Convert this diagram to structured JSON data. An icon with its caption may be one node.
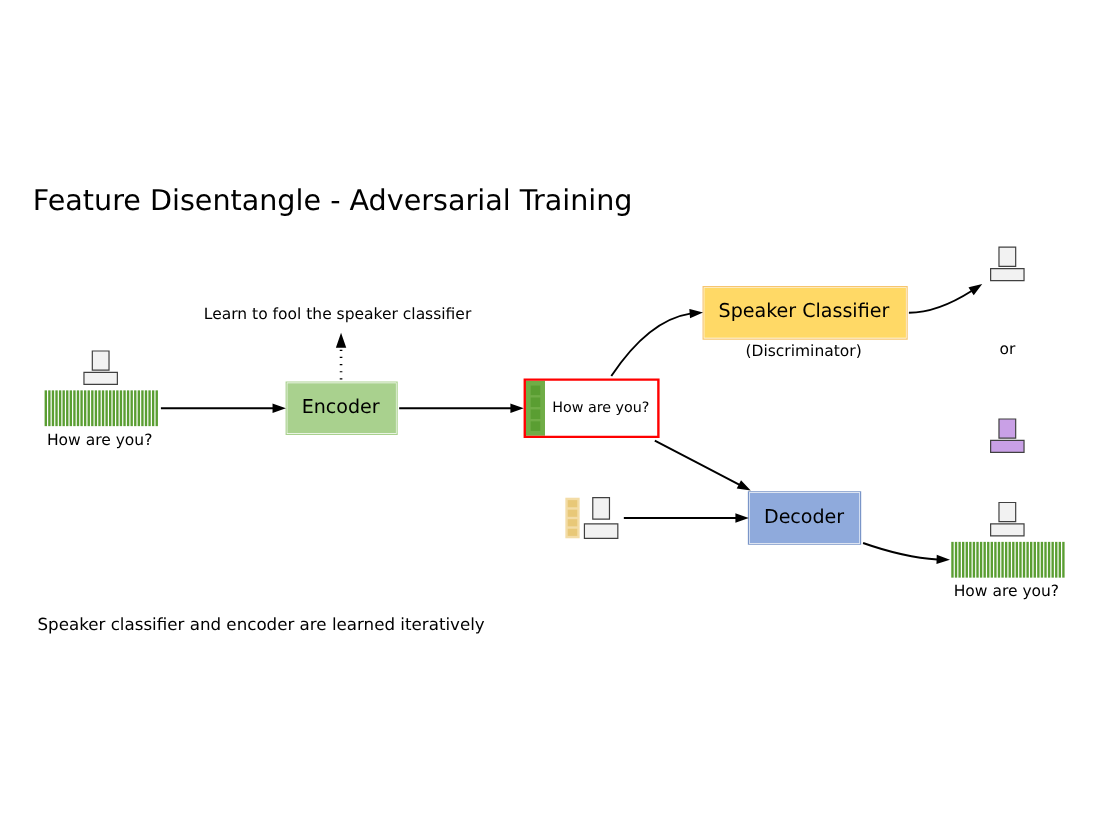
{
  "diagram": {
    "title": "Feature Disentangle - Adversarial Training",
    "caption": "Speaker classifier and encoder are learned iteratively",
    "nodes": [
      {
        "text": [],
        "shape": "picture",
        "beside": [
          "How are you?"
        ]
      },
      {
        "text": [
          "Encoder"
        ]
      },
      {
        "text": [
          "Learn to fool the speaker classifier"
        ]
      },
      {
        "text": [
          "How are you?"
        ]
      },
      {
        "text": [],
        "shape": "bar"
      },
      {
        "text": [
          "Speaker Classifier"
        ],
        "beside": [
          "(Discriminator)"
        ]
      },
      {
        "text": [],
        "shape": "picture"
      },
      {
        "text": [],
        "shape": "picture"
      },
      {
        "text": [
          "Decoder"
        ]
      },
      {
        "text": [],
        "shape": "picture",
        "beside": [
          "How are you?"
        ]
      }
    ],
    "edges": [
      {
        "from": 0,
        "to": 1,
        "arrow": "to"
      },
      {
        "from": 1,
        "to": 2,
        "arrow": "to",
        "style": "dashed"
      },
      {
        "from": 1,
        "to": 3,
        "arrow": "to"
      },
      {
        "from": 3,
        "to": 5,
        "arrow": "to"
      },
      {
        "from": 3,
        "to": 8,
        "arrow": "to"
      },
      {
        "from": 4,
        "to": 8,
        "arrow": "to"
      },
      {
        "from": 5,
        "to": 6,
        "arrow": "to"
      },
      {
        "from": 8,
        "to": 9,
        "arrow": "to"
      }
    ],
    "labels": [
      "or"
    ]
  }
}
